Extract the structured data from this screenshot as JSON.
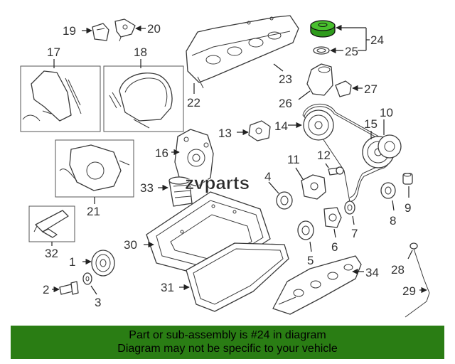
{
  "watermark": "zvparts",
  "highlight_color": "#2e9b1c",
  "banner": {
    "bg_color": "#2a7d14",
    "line1": "Part or sub-assembly is #24 in diagram",
    "line2": "Diagram may not be specific to your vehicle"
  },
  "callouts": {
    "c1": "1",
    "c2": "2",
    "c3": "3",
    "c4": "4",
    "c5": "5",
    "c6": "6",
    "c7": "7",
    "c8": "8",
    "c9": "9",
    "c10": "10",
    "c11": "11",
    "c12": "12",
    "c13": "13",
    "c14": "14",
    "c15": "15",
    "c16": "16",
    "c17": "17",
    "c18": "18",
    "c19": "19",
    "c20": "20",
    "c21": "21",
    "c22": "22",
    "c23": "23",
    "c24": "24",
    "c25": "25",
    "c26": "26",
    "c27": "27",
    "c28": "28",
    "c29": "29",
    "c30": "30",
    "c31": "31",
    "c32": "32",
    "c33": "33",
    "c34": "34"
  }
}
